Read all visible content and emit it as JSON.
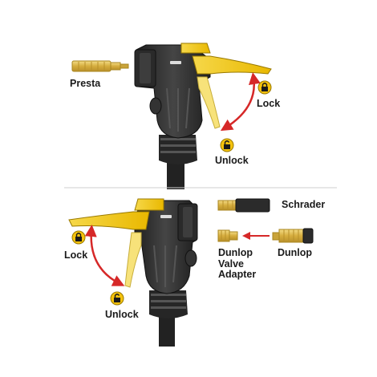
{
  "figure": {
    "top": {
      "presta_label": "Presta",
      "lock_label": "Lock",
      "unlock_label": "Unlock"
    },
    "bottom": {
      "lock_label": "Lock",
      "unlock_label": "Unlock",
      "schrader_label": "Schrader",
      "dunlop_label": "Dunlop",
      "dunlop_adapter_lines": [
        "Dunlop",
        "Valve",
        "Adapter"
      ]
    }
  },
  "colors": {
    "body": "#2b2b2b",
    "body_highlight": "#4a4a4a",
    "lever_yellow": "#f4c20d",
    "lever_light": "#f7e27a",
    "brass": "#d9b24a",
    "arrow_red": "#d62828",
    "lock_badge": "#f4c20d",
    "divider": "#cfcfcf"
  }
}
